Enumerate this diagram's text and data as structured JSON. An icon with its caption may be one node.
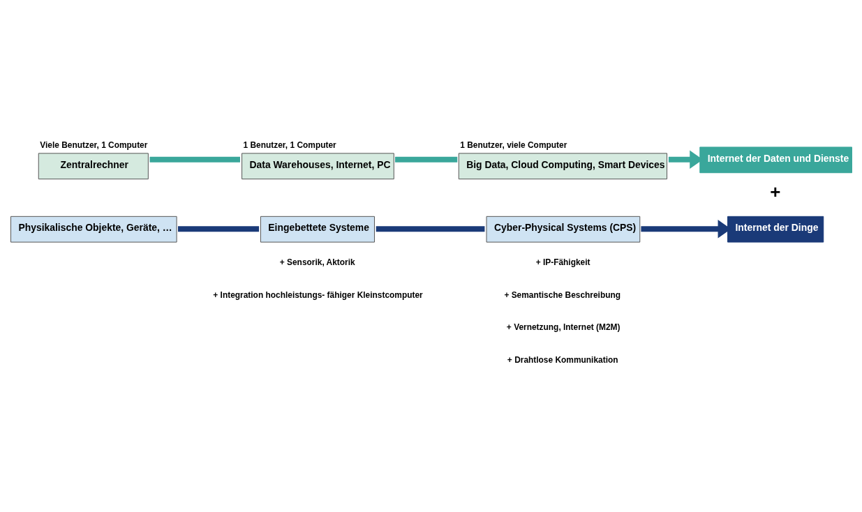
{
  "diagram": {
    "nodes": [
      {
        "text": [
          "Zentralrechner"
        ],
        "beside": [
          "Viele Benutzer, 1 Computer"
        ]
      },
      {
        "text": [
          "Data Warehouses, Internet, PC"
        ],
        "beside": [
          "1 Benutzer, 1 Computer"
        ]
      },
      {
        "text": [
          "Big Data, Cloud Computing, Smart Devices"
        ],
        "beside": [
          "1 Benutzer, viele Computer"
        ]
      },
      {
        "text": [
          "Internet der Daten und Dienste"
        ]
      },
      {
        "text": [
          "Internet der Dinge"
        ]
      },
      {
        "text": [
          "Cyber-Physical Systems (CPS)"
        ]
      },
      {
        "text": [
          "Eingebettete Systeme"
        ]
      },
      {
        "text": [
          "Physikalische Objekte, Geräte, …"
        ]
      }
    ],
    "edges": [
      {
        "from": 0,
        "to": 1,
        "arrow": "none",
        "color": "#3aa79b"
      },
      {
        "from": 1,
        "to": 2,
        "arrow": "none",
        "color": "#3aa79b"
      },
      {
        "from": 2,
        "to": 3,
        "arrow": "to",
        "color": "#3aa79b"
      },
      {
        "from": 7,
        "to": 6,
        "arrow": "none",
        "color": "#1a3a78"
      },
      {
        "from": 6,
        "to": 5,
        "arrow": "none",
        "color": "#1a3a78"
      },
      {
        "from": 5,
        "to": 4,
        "arrow": "to",
        "color": "#1a3a78"
      }
    ],
    "labels": [
      "+",
      "+ IP-Fähigkeit",
      "+ Semantische Beschreibung",
      "+ Vernetzung, Internet (M2M)",
      "+ Drahtlose Kommunikation",
      "+ Sensorik, Aktorik",
      "+ Integration hochleistungs- fähiger Kleinstcomputer"
    ]
  }
}
